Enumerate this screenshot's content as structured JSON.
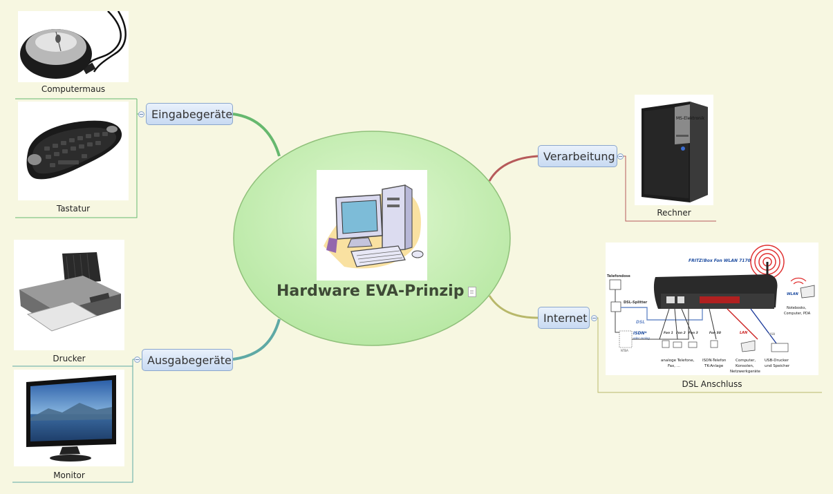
{
  "central": {
    "title": "Hardware EVA-Prinzip",
    "icon": "note-icon"
  },
  "branches": {
    "eingabe": {
      "label": "Eingabegeräte",
      "items": [
        {
          "caption": "Computermaus"
        },
        {
          "caption": "Tastatur"
        }
      ]
    },
    "ausgabe": {
      "label": "Ausgabegeräte",
      "items": [
        {
          "caption": "Drucker"
        },
        {
          "caption": "Monitor"
        }
      ]
    },
    "verarbeitung": {
      "label": "Verarbeitung",
      "items": [
        {
          "caption": "Rechner",
          "case_label": "MS-Elektronik"
        }
      ]
    },
    "internet": {
      "label": "Internet",
      "items": [
        {
          "caption": "DSL Anschluss",
          "diagram_texts": {
            "title": "FRITZ!Box Fon WLAN 7170",
            "telefondose": "Telefondose",
            "splitter": "DSL-Splitter",
            "dsl": "DSL",
            "isdn": "ISDN*",
            "isdn_sub": "oder analog",
            "ntba": "NTBA",
            "fon1": "Fon 1",
            "fon2": "Fon 2",
            "fon3": "Fon 3",
            "fons0": "Fon S0",
            "lan": "LAN",
            "usb": "USB",
            "wlan": "WLAN",
            "notebooks_1": "Notebooks,",
            "notebooks_2": "Computer, PDA",
            "analog_1": "analoge Telefone,",
            "analog_2": "Fax, ...",
            "isdn_tel_1": "ISDN-Telefon",
            "isdn_tel_2": "TK-Anlage",
            "computer_1": "Computer,",
            "computer_2": "Konsolen,",
            "computer_3": "Netzwerkgeräte",
            "usbdrucker_1": "USB-Drucker",
            "usbdrucker_2": "und Speicher"
          }
        }
      ]
    }
  },
  "colors": {
    "background": "#f7f7e1",
    "central_fill": "#c9f0b4",
    "eingabe": "#66b86e",
    "ausgabe": "#5ea9a5",
    "verarbeitung": "#b65a5a",
    "internet": "#b8b86a"
  }
}
